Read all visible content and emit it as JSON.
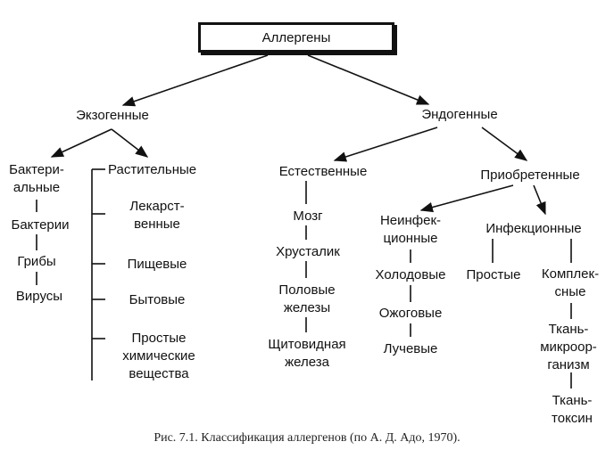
{
  "diagram": {
    "root": "Аллергены",
    "exogenous": "Экзогенные",
    "endogenous": "Эндогенные",
    "bacterial": [
      "Бактери-",
      "альные"
    ],
    "bacteria": "Бактерии",
    "fungi": "Грибы",
    "viruses": "Вирусы",
    "plant": "Растительные",
    "medicinal": [
      "Лекарст-",
      "венные"
    ],
    "food": "Пищевые",
    "household": "Бытовые",
    "simple_chemicals": [
      "Простые",
      "химические",
      "вещества"
    ],
    "natural": "Естественные",
    "brain": "Мозг",
    "lens": "Хрусталик",
    "gonads": [
      "Половые",
      "железы"
    ],
    "thyroid": [
      "Щитовидная",
      "железа"
    ],
    "acquired": "Приобретенные",
    "noninfectious": [
      "Неинфек-",
      "ционные"
    ],
    "cold": "Холодовые",
    "burn": "Ожоговые",
    "radiation": "Лучевые",
    "infectious": "Инфекционные",
    "simple": "Простые",
    "complex": [
      "Комплек-",
      "сные"
    ],
    "tissue_microorganism": [
      "Ткань-",
      "микроор-",
      "ганизм"
    ],
    "tissue_toxin": [
      "Ткань-",
      "токсин"
    ]
  },
  "caption": "Рис. 7.1. Классификация аллергенов (по А. Д. Адо, 1970)."
}
